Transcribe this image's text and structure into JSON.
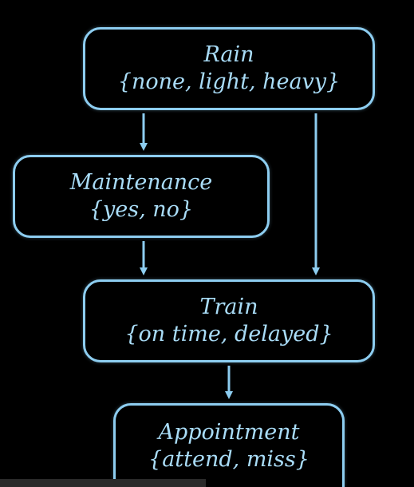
{
  "colors": {
    "background": "#000000",
    "border": "#8dcdf0",
    "text": "#a9dcf7"
  },
  "nodes": {
    "rain": {
      "name": "Rain",
      "values": "{none, light, heavy}"
    },
    "maintenance": {
      "name": "Maintenance",
      "values": "{yes, no}"
    },
    "train": {
      "name": "Train",
      "values": "{on time, delayed}"
    },
    "appointment": {
      "name": "Appointment",
      "values": "{attend, miss}"
    }
  },
  "edges": [
    {
      "from": "Rain",
      "to": "Maintenance"
    },
    {
      "from": "Rain",
      "to": "Train"
    },
    {
      "from": "Maintenance",
      "to": "Train"
    },
    {
      "from": "Train",
      "to": "Appointment"
    }
  ]
}
